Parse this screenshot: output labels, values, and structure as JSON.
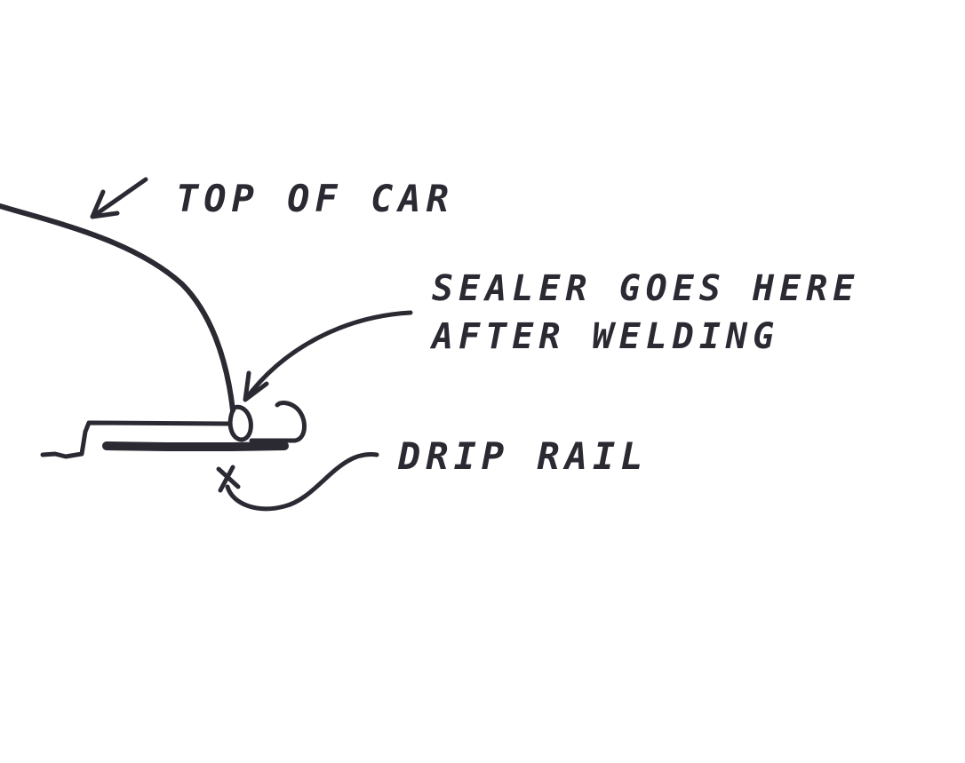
{
  "diagram": {
    "labels": {
      "top_of_car": "TOP OF CAR",
      "sealer_line1": "SEALER GOES HERE",
      "sealer_line2": "AFTER WELDING",
      "drip_rail": "DRIP RAIL"
    },
    "colors": {
      "background": "#ffffff",
      "ink": "#2b2a33"
    }
  }
}
